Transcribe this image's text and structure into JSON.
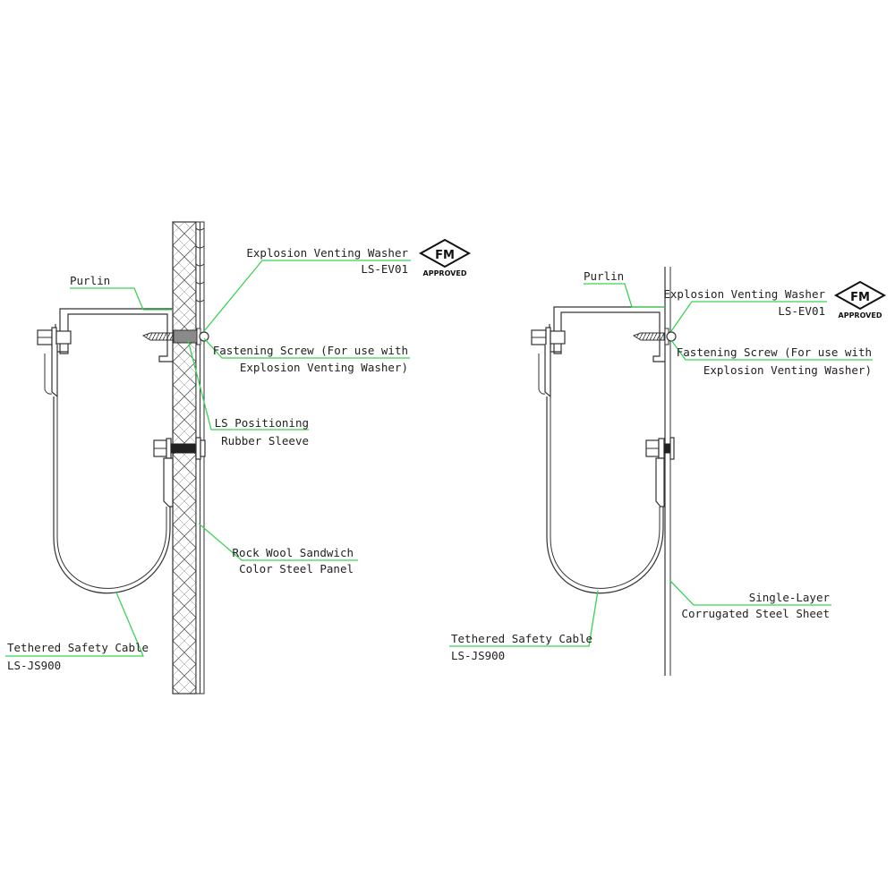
{
  "left": {
    "purlin": "Purlin",
    "washer_line1": "Explosion Venting Washer",
    "washer_line2": "LS-EV01",
    "screw_line1": "Fastening Screw (For use with",
    "screw_line2": "Explosion Venting Washer)",
    "sleeve_line1": "LS Positioning",
    "sleeve_line2": "Rubber Sleeve",
    "panel_line1": "Rock Wool Sandwich",
    "panel_line2": "Color Steel Panel",
    "cable_line1": "Tethered Safety Cable",
    "cable_line2": "LS-JS900"
  },
  "right": {
    "purlin": "Purlin",
    "washer_line1": "Explosion Venting Washer",
    "washer_line2": "LS-EV01",
    "screw_line1": "Fastening Screw (For use with",
    "screw_line2": "Explosion Venting Washer)",
    "sheet_line1": "Single-Layer",
    "sheet_line2": "Corrugated Steel Sheet",
    "cable_line1": "Tethered Safety Cable",
    "cable_line2": "LS-JS900"
  },
  "badge": {
    "mark": "FM",
    "caption": "APPROVED"
  },
  "colors": {
    "leader": "#39d353",
    "ink": "#333333"
  }
}
